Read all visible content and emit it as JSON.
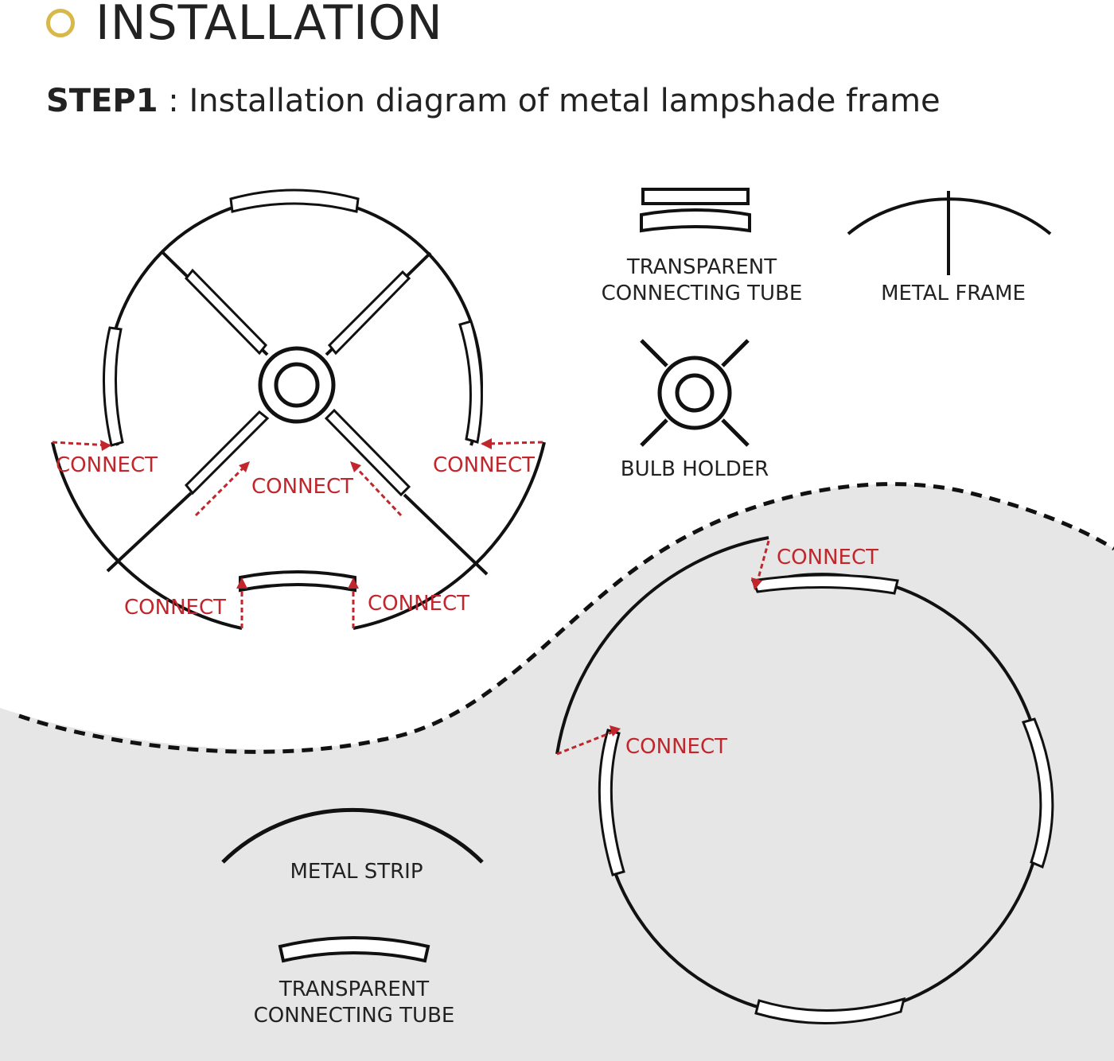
{
  "header": {
    "title": "INSTALLATION",
    "step_label": "STEP1",
    "step_separator": " : ",
    "step_text": "Installation diagram of metal lampshade frame"
  },
  "legend": {
    "tube_line1": "TRANSPARENT",
    "tube_line2": "CONNECTING TUBE",
    "frame": "METAL FRAME",
    "bulb": "BULB HOLDER"
  },
  "lower_legend": {
    "strip": "METAL STRIP",
    "tube_line1": "TRANSPARENT",
    "tube_line2": "CONNECTING TUBE"
  },
  "connect_label": "CONNECT",
  "colors": {
    "accent_ring": "#d9b84a",
    "connect_red": "#c0262b",
    "background_lower": "#e6e6e6",
    "line": "#111111"
  }
}
